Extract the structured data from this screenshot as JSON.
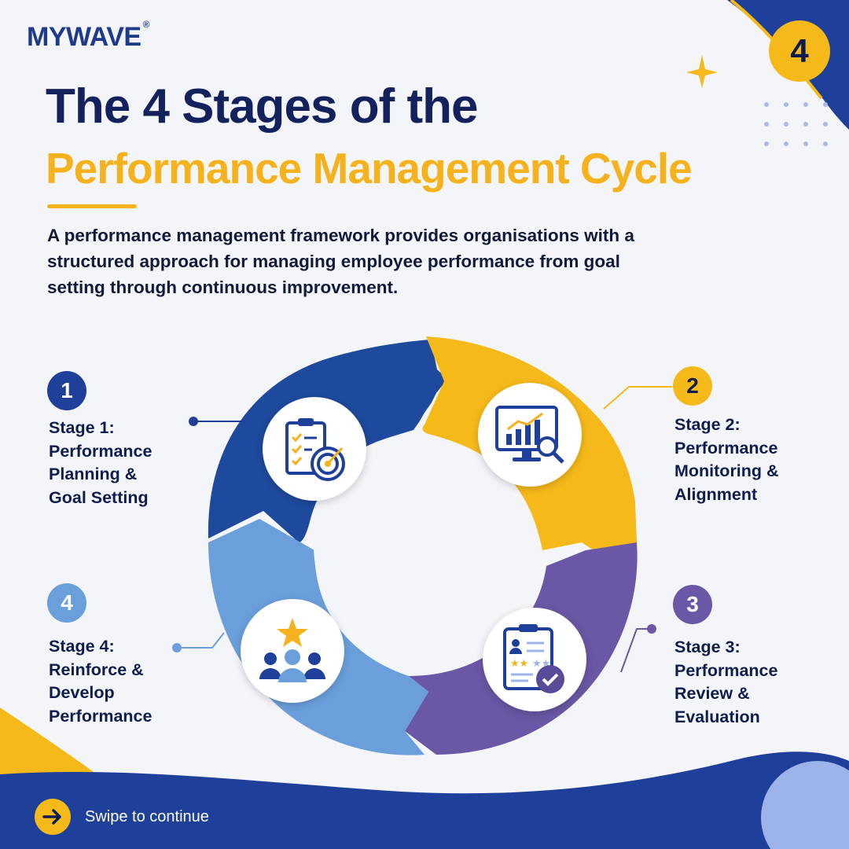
{
  "brand": {
    "name": "MYWAVE",
    "registered": "®"
  },
  "page_badge": "4",
  "title_line1": "The 4 Stages of the",
  "title_line2": "Performance Management Cycle",
  "intro": "A performance management framework provides organisations with a structured approach for managing employee performance from goal setting through continuous improvement.",
  "stages": [
    {
      "number": "1",
      "lines": [
        "Stage 1:",
        "Performance",
        "Planning &",
        "Goal Setting"
      ],
      "color": "#1e4a9e",
      "icon": "clipboard-target-icon"
    },
    {
      "number": "2",
      "lines": [
        "Stage 2:",
        "Performance",
        "Monitoring &",
        "Alignment"
      ],
      "color": "#f6b91a",
      "icon": "monitor-chart-magnifier-icon"
    },
    {
      "number": "3",
      "lines": [
        "Stage 3:",
        "Performance",
        "Review &",
        "Evaluation"
      ],
      "color": "#6a57a5",
      "icon": "review-clipboard-check-icon"
    },
    {
      "number": "4",
      "lines": [
        "Stage 4:",
        "Reinforce &",
        "Develop",
        "Performance"
      ],
      "color": "#6a9fdc",
      "icon": "team-star-icon"
    }
  ],
  "swipe": {
    "label": "Swipe to continue",
    "icon": "arrow-right-icon"
  }
}
